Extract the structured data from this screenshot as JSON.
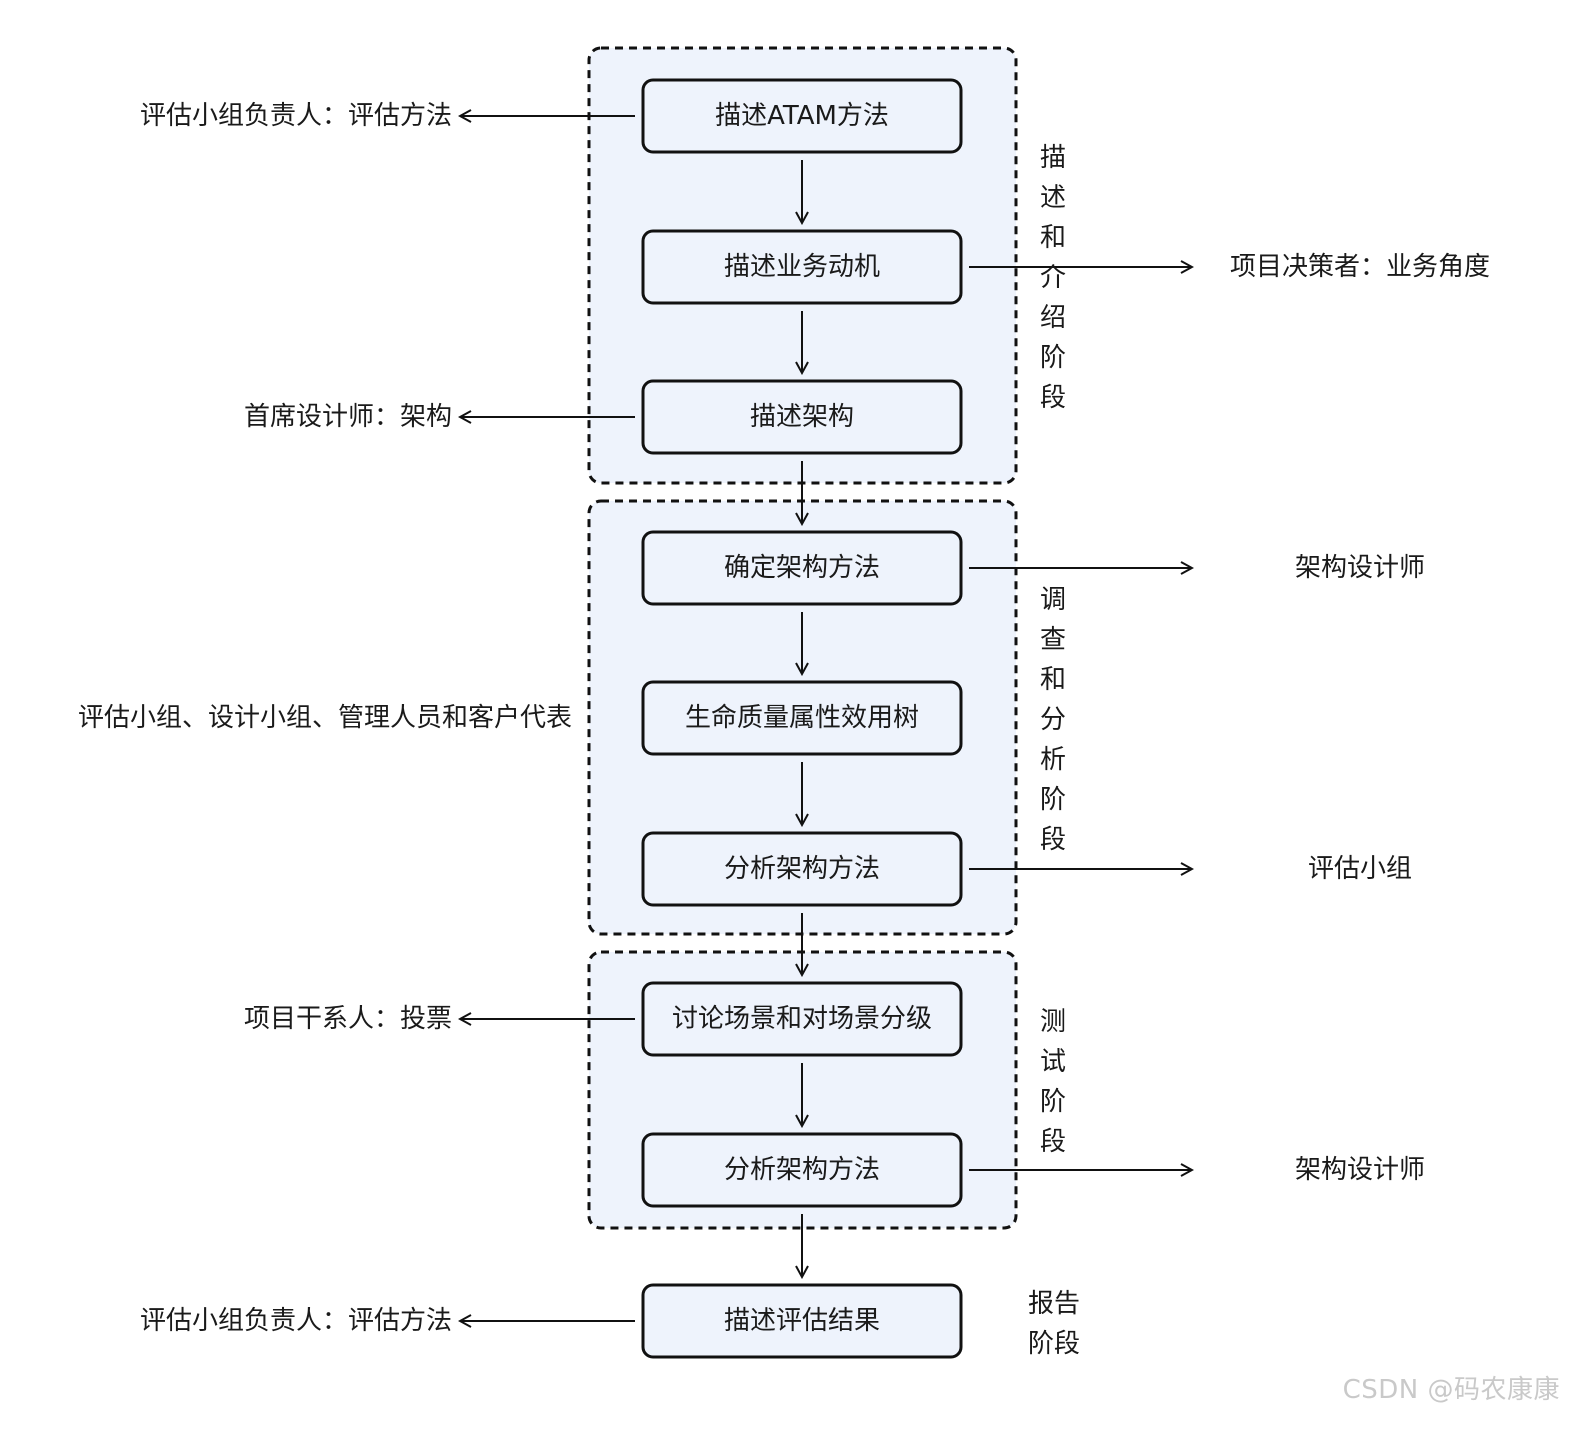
{
  "colors": {
    "stage_fill": "#eef3fc",
    "stage_border": "#111111",
    "node_fill": "#eef3fc",
    "node_border": "#111111",
    "arrow": "#111111",
    "text": "#1a1a1a",
    "watermark": "#c9c9c9"
  },
  "stages": [
    {
      "id": "stage-describe",
      "label": "描述和介绍阶段"
    },
    {
      "id": "stage-investigate",
      "label": "调查和分析阶段"
    },
    {
      "id": "stage-test",
      "label": "测试阶段"
    }
  ],
  "report_stage_label": [
    "报告",
    "阶段"
  ],
  "steps": [
    {
      "id": "step-1",
      "label": "描述ATAM方法",
      "side": "left",
      "role": "评估小组负责人：评估方法"
    },
    {
      "id": "step-2",
      "label": "描述业务动机",
      "side": "right",
      "role": "项目决策者：业务角度"
    },
    {
      "id": "step-3",
      "label": "描述架构",
      "side": "left",
      "role": "首席设计师：架构"
    },
    {
      "id": "step-4",
      "label": "确定架构方法",
      "side": "right",
      "role": "架构设计师"
    },
    {
      "id": "step-5",
      "label": "生命质量属性效用树",
      "side": "left-plain",
      "role": "评估小组、设计小组、管理人员和客户代表"
    },
    {
      "id": "step-6",
      "label": "分析架构方法",
      "side": "right",
      "role": "评估小组"
    },
    {
      "id": "step-7",
      "label": "讨论场景和对场景分级",
      "side": "left",
      "role": "项目干系人：投票"
    },
    {
      "id": "step-8",
      "label": "分析架构方法",
      "side": "right",
      "role": "架构设计师"
    },
    {
      "id": "step-9",
      "label": "描述评估结果",
      "side": "left",
      "role": "评估小组负责人：评估方法"
    }
  ],
  "watermark": "CSDN @码农康康"
}
